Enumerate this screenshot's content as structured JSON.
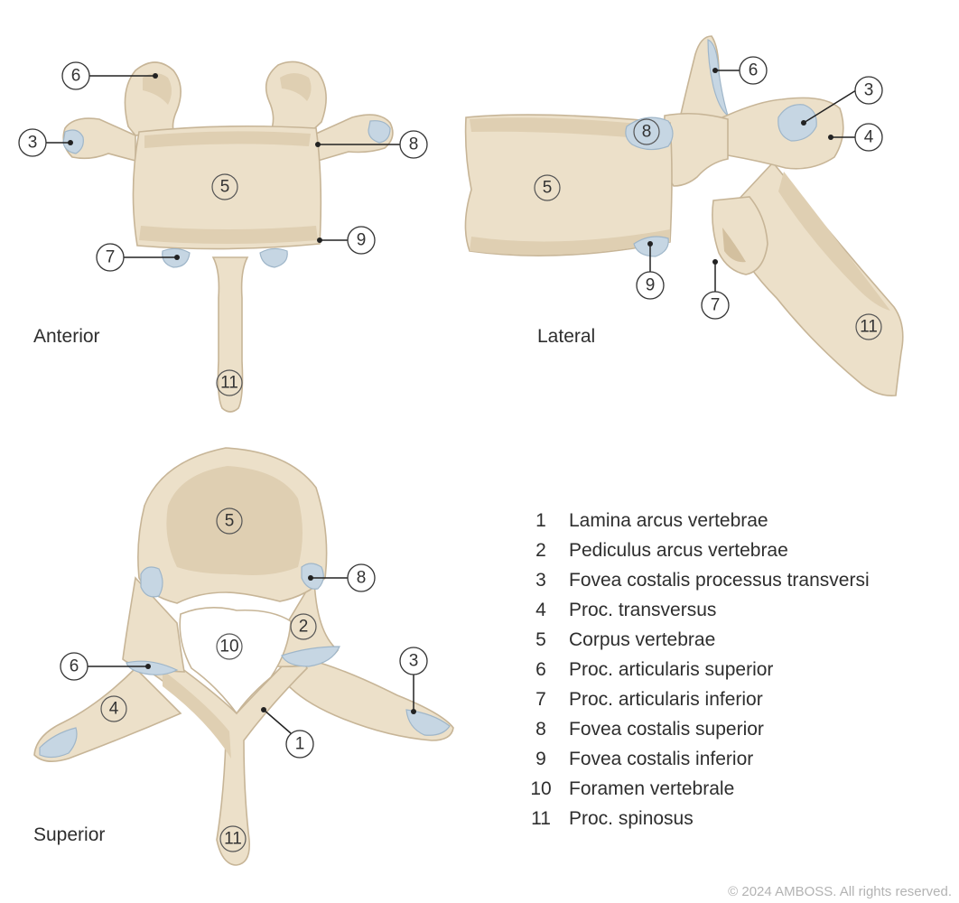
{
  "views": {
    "anterior": "Anterior",
    "lateral": "Lateral",
    "superior": "Superior"
  },
  "legend": [
    {
      "num": "1",
      "label": "Lamina arcus vertebrae"
    },
    {
      "num": "2",
      "label": "Pediculus arcus vertebrae"
    },
    {
      "num": "3",
      "label": "Fovea costalis processus transversi"
    },
    {
      "num": "4",
      "label": "Proc. transversus"
    },
    {
      "num": "5",
      "label": "Corpus vertebrae"
    },
    {
      "num": "6",
      "label": "Proc. articularis superior"
    },
    {
      "num": "7",
      "label": "Proc. articularis inferior"
    },
    {
      "num": "8",
      "label": "Fovea costalis superior"
    },
    {
      "num": "9",
      "label": "Fovea costalis inferior"
    },
    {
      "num": "10",
      "label": "Foramen vertebrale"
    },
    {
      "num": "11",
      "label": "Proc. spinosus"
    }
  ],
  "copyright": "© 2024 AMBOSS. All rights reserved.",
  "colors": {
    "bone": "#ece0c9",
    "fovea": "#c6d6e3",
    "outline": "#c7b597"
  }
}
